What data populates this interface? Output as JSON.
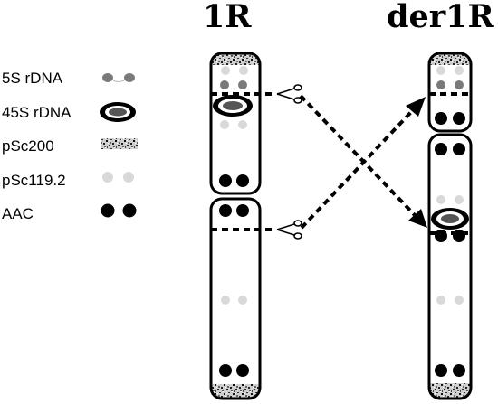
{
  "titles": {
    "original": "1R",
    "derived": "der1R"
  },
  "legend": [
    {
      "label": "5S rDNA",
      "marker": "5s-rdna"
    },
    {
      "label": "45S rDNA",
      "marker": "45s-rdna"
    },
    {
      "label": "pSc200",
      "marker": "psc200"
    },
    {
      "label": "pSc119.2",
      "marker": "psc119-2"
    },
    {
      "label": "AAC",
      "marker": "aac"
    }
  ],
  "colors": {
    "aac": "#000000",
    "psc119_2": "#d9d9d9",
    "s5_rdna": "#7a7a7a",
    "outline": "#000000"
  },
  "icons": {
    "cut": "scissors-icon",
    "translocation": "dashed-arrow-icon"
  }
}
